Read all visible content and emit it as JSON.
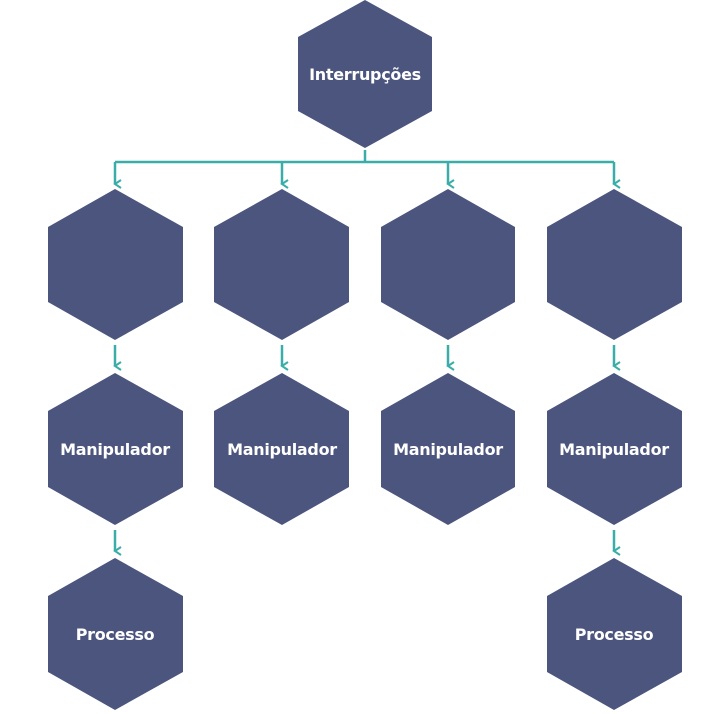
{
  "diagram": {
    "colors": {
      "hexagon_fill": "#4b557d",
      "label_text": "#ffffff",
      "connector": "#3aada8"
    },
    "root": {
      "label": "Interrupções"
    },
    "level1": [
      {
        "label": ""
      },
      {
        "label": ""
      },
      {
        "label": ""
      },
      {
        "label": ""
      }
    ],
    "handlers": [
      {
        "label": "Manipulador"
      },
      {
        "label": "Manipulador"
      },
      {
        "label": "Manipulador"
      },
      {
        "label": "Manipulador"
      }
    ],
    "processes": [
      {
        "label": "Processo",
        "column": 1
      },
      {
        "label": "Processo",
        "column": 4
      }
    ]
  }
}
